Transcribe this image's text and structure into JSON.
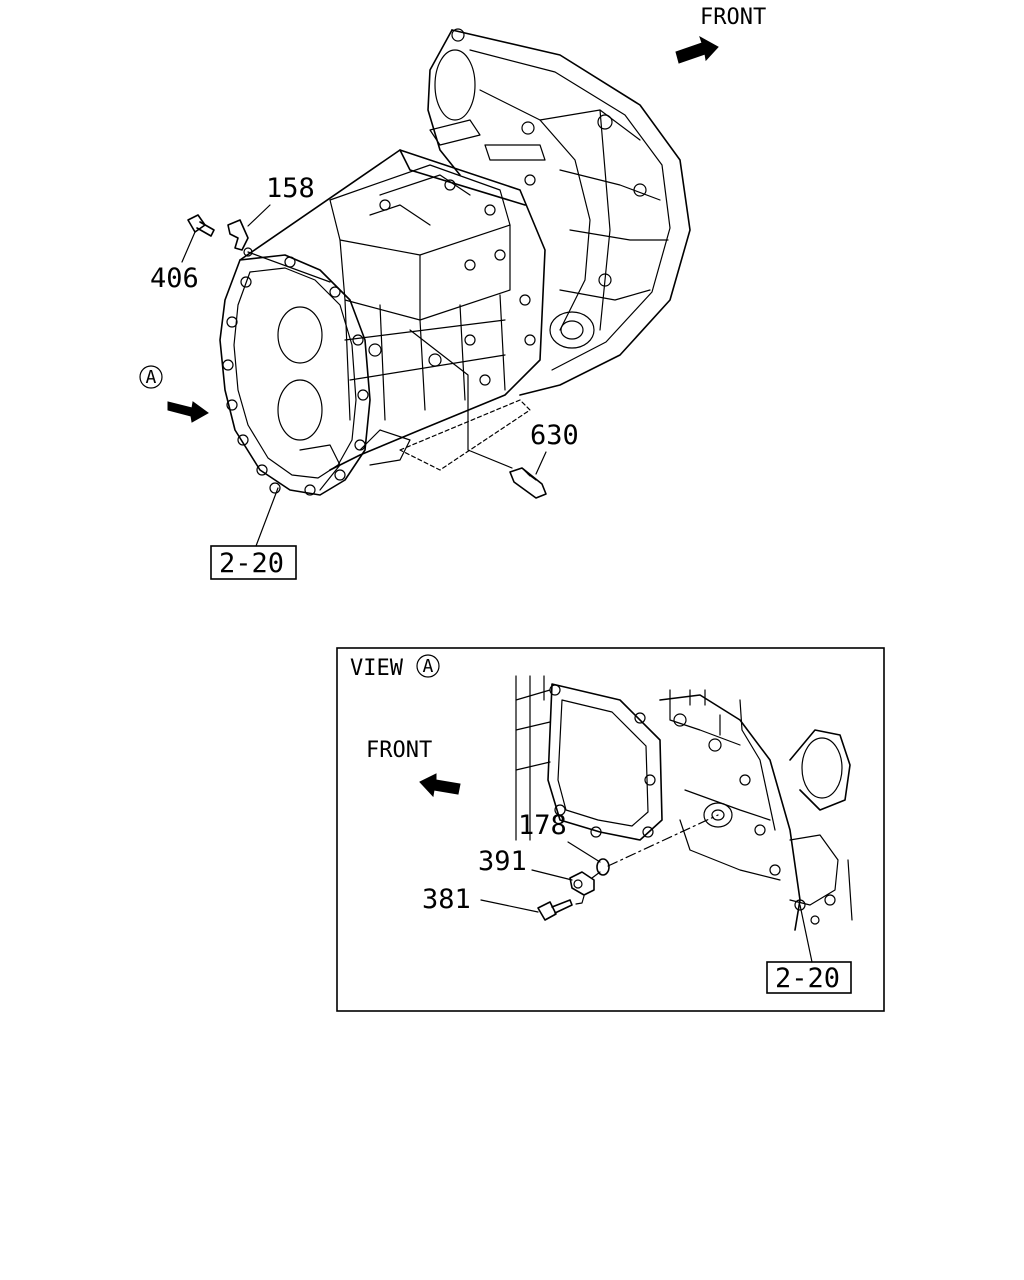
{
  "main_view": {
    "front_label": "FRONT",
    "view_marker": "A",
    "callouts": {
      "c158": "158",
      "c406": "406",
      "c630": "630"
    },
    "ref_box": "2-20"
  },
  "detail_view": {
    "title_prefix": "VIEW",
    "title_marker": "A",
    "front_label": "FRONT",
    "callouts": {
      "c178": "178",
      "c391": "391",
      "c381": "381"
    },
    "ref_box": "2-20"
  },
  "icons": {
    "front_arrow": "front-arrow-icon",
    "view_arrow": "view-direction-arrow-icon"
  }
}
